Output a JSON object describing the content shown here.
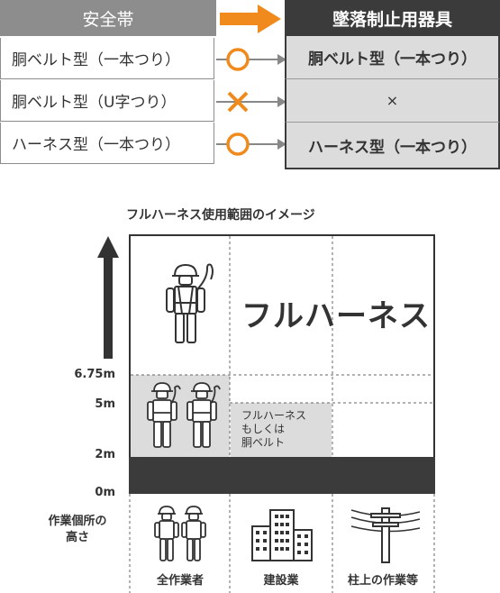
{
  "table": {
    "header_left": "安全帯",
    "header_right": "墜落制止用器具",
    "rows": [
      {
        "left": "胴ベルト型（一本つり）",
        "mark": "circle",
        "right": "胴ベルト型（一本つり）"
      },
      {
        "left": "胴ベルト型（U字つり）",
        "mark": "cross",
        "right": "×"
      },
      {
        "left": "ハーネス型（一本つり）",
        "mark": "circle",
        "right": "ハーネス型（一本つり）"
      }
    ],
    "colors": {
      "orange": "#f08a1c",
      "dark": "#3b3b3b",
      "gray": "#8d8d8d",
      "light": "#dcdcdc"
    }
  },
  "diagram": {
    "title": "フルハーネス使用範囲のイメージ",
    "heights": [
      "6.75m",
      "5m",
      "2m",
      "0m"
    ],
    "full_harness": "フルハーネス",
    "mixed_lines": [
      "フルハーネス",
      "もしくは",
      "胴ベルト"
    ],
    "axis_title_lines": [
      "作業個所の",
      "高さ"
    ],
    "columns": [
      {
        "label": "全作業者",
        "icon": "workers-icon"
      },
      {
        "label": "建設業",
        "icon": "building-icon"
      },
      {
        "label": "柱上の作業等",
        "icon": "utility-pole-icon"
      }
    ]
  }
}
